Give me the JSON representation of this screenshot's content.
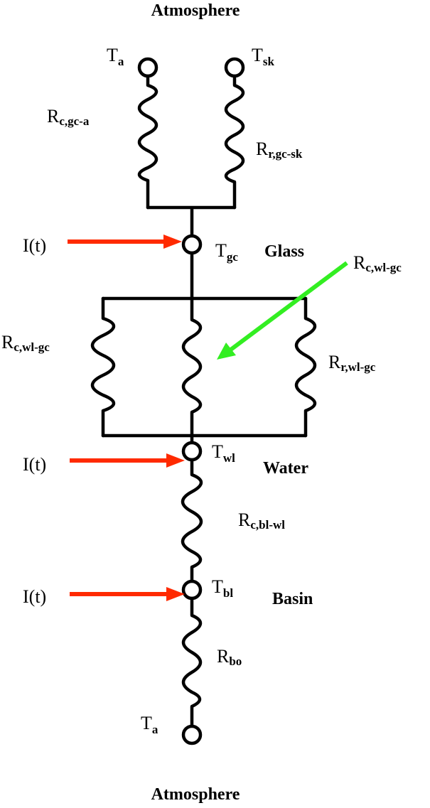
{
  "labels": {
    "top_title": "Atmosphere",
    "bottom_title": "Atmosphere",
    "glass": "Glass",
    "water": "Water",
    "basin": "Basin",
    "input_glass": "I(t)",
    "input_water": "I(t)",
    "input_basin": "I(t)"
  },
  "nodes": {
    "ta_top": {
      "main": "T",
      "sub": "a"
    },
    "tsk": {
      "main": "T",
      "sub": "sk"
    },
    "tgc": {
      "main": "T",
      "sub": "gc"
    },
    "twl": {
      "main": "T",
      "sub": "wl"
    },
    "tbl": {
      "main": "T",
      "sub": "bl"
    },
    "ta_bottom": {
      "main": "T",
      "sub": "a"
    }
  },
  "resistors": {
    "rc_gc_a": {
      "main": "R",
      "sub": "c,gc-a"
    },
    "rr_gc_sk": {
      "main": "R",
      "sub": "r,gc-sk"
    },
    "rc_wl_gc_left": {
      "main": "R",
      "sub": "c,wl-gc"
    },
    "rc_wl_gc_pointer": {
      "main": "R",
      "sub": "c,wl-gc"
    },
    "rr_wl_gc": {
      "main": "R",
      "sub": "r,wl-gc"
    },
    "rc_bl_wl": {
      "main": "R",
      "sub": "c,bl-wl"
    },
    "rbo": {
      "main": "R",
      "sub": "bo"
    }
  },
  "colors": {
    "input_arrow": "#ff2a00",
    "pointer_arrow": "#33ee22",
    "wire": "#000000"
  }
}
